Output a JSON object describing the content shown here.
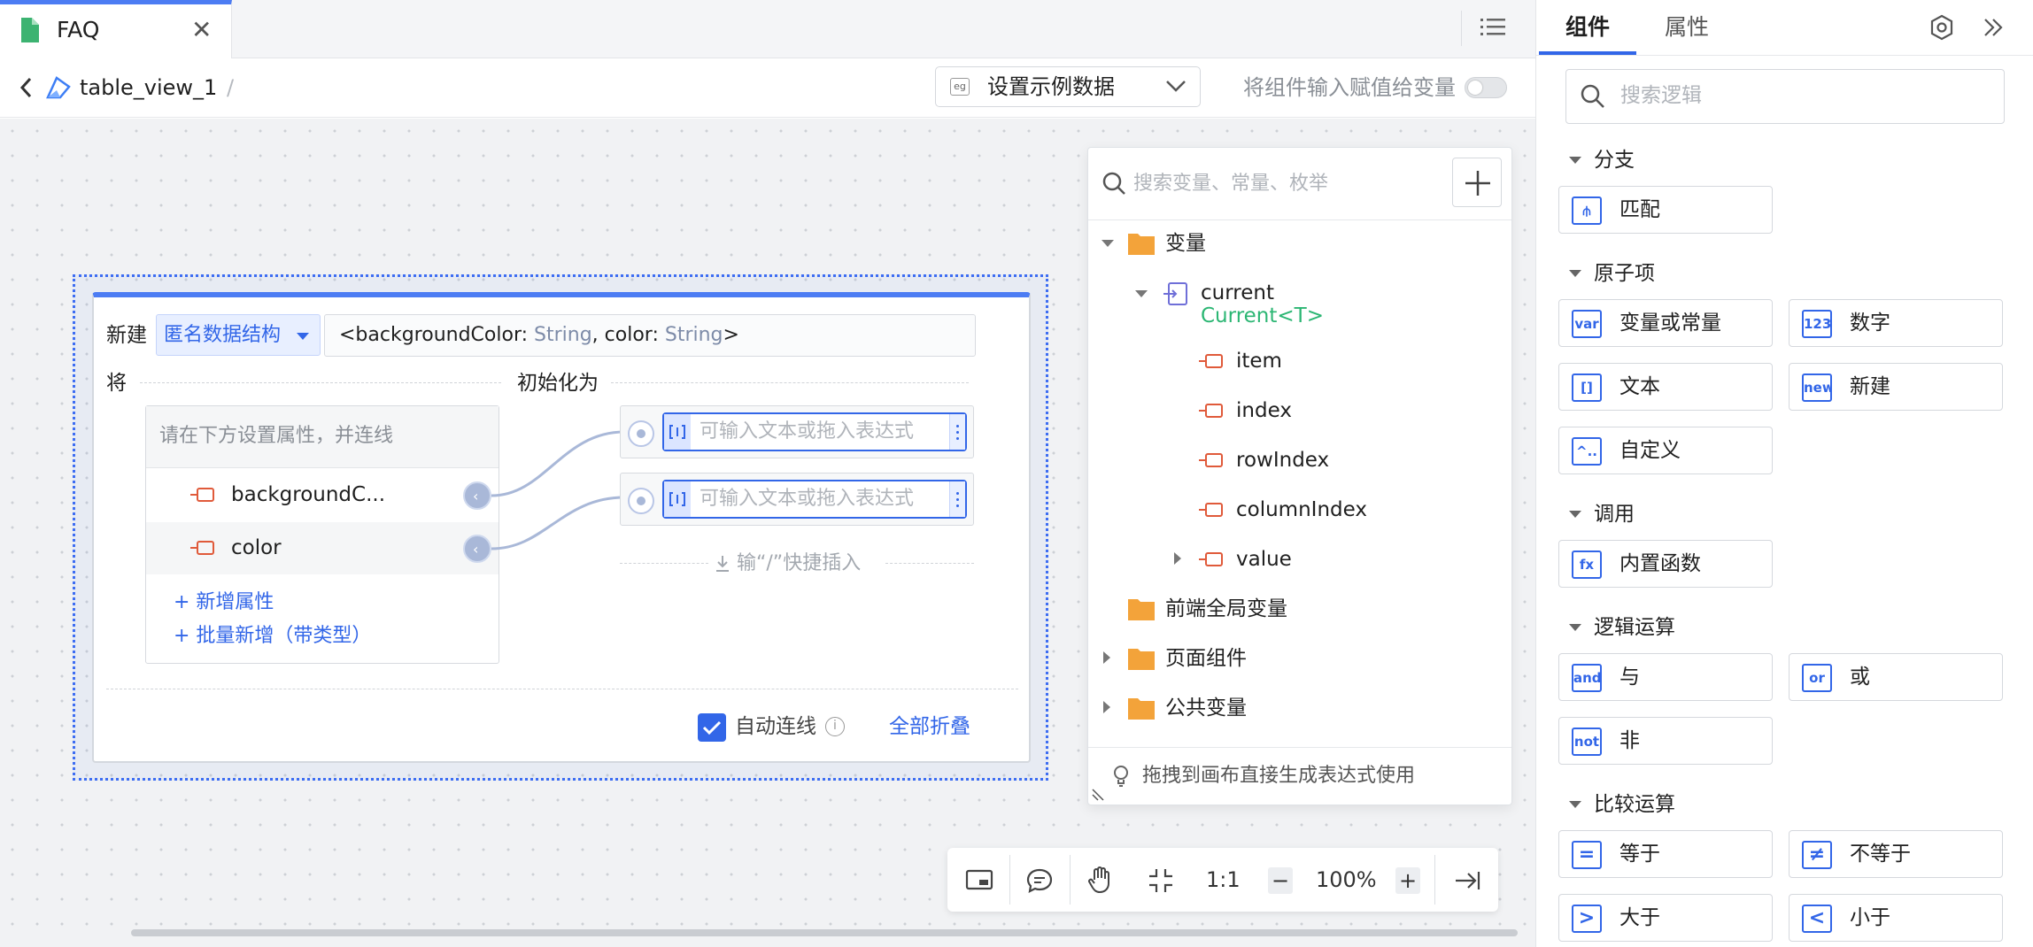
{
  "tab": {
    "title": "FAQ",
    "close": "✕"
  },
  "topbar": {
    "back": "‹",
    "crumb": "table_view_1",
    "slash": "/",
    "sample_badge": "eg",
    "sample_label": "设置示例数据",
    "assign_label": "将组件输入赋值给变量",
    "assign_on": false
  },
  "node": {
    "new_label": "新建",
    "struct_select": "匿名数据结构",
    "type_prefix": "<backgroundColor: ",
    "type_t1": "String",
    "type_mid": ", color: ",
    "type_t2": "String",
    "type_suffix": ">",
    "jiang": "将",
    "init": "初始化为",
    "props_hint": "请在下方设置属性，并连线",
    "props": [
      {
        "name": "backgroundC..."
      },
      {
        "name": "color"
      }
    ],
    "add_prop": "+ 新增属性",
    "batch_add": "+ 批量新增（带类型）",
    "expr_placeholder": "可输入文本或拖入表达式",
    "slash_hint": "输“/”快捷插入",
    "auto_link": "自动连线",
    "auto_info": "i",
    "collapse_all": "全部折叠"
  },
  "var_panel": {
    "search_placeholder": "搜索变量、常量、枚举",
    "root": "变量",
    "current": "current",
    "current_type": "Current<T>",
    "fields": [
      "item",
      "index",
      "rowIndex",
      "columnIndex",
      "value"
    ],
    "folders": [
      "前端全局变量",
      "页面组件",
      "公共变量"
    ],
    "drag_hint": "拖拽到画布直接生成表达式使用"
  },
  "toolbar": {
    "ratio": "1:1",
    "zoom": "100%",
    "minus": "−",
    "plus": "+"
  },
  "sidebar": {
    "tab_components": "组件",
    "tab_properties": "属性",
    "search_placeholder": "搜索逻辑",
    "sections": [
      {
        "title": "分支",
        "items": [
          {
            "icon": "⫛",
            "label": "匹配"
          }
        ]
      },
      {
        "title": "原子项",
        "items": [
          {
            "icon": "var",
            "label": "变量或常量"
          },
          {
            "icon": "123",
            "label": "数字"
          },
          {
            "icon": "[]",
            "label": "文本"
          },
          {
            "icon": "new",
            "label": "新建"
          },
          {
            "icon": "^..",
            "label": "自定义"
          }
        ]
      },
      {
        "title": "调用",
        "items": [
          {
            "icon": "fx",
            "label": "内置函数"
          }
        ]
      },
      {
        "title": "逻辑运算",
        "items": [
          {
            "icon": "and",
            "label": "与"
          },
          {
            "icon": "or",
            "label": "或"
          },
          {
            "icon": "not",
            "label": "非"
          }
        ]
      },
      {
        "title": "比较运算",
        "items": [
          {
            "icon": "=",
            "label": "等于"
          },
          {
            "icon": "≠",
            "label": "不等于"
          },
          {
            "icon": ">",
            "label": "大于"
          },
          {
            "icon": "<",
            "label": "小于"
          }
        ]
      }
    ]
  },
  "colors": {
    "accent": "#3266e8",
    "folder": "#f3a33a",
    "type_text": "#2bb673",
    "field_icon": "#e05a3a"
  }
}
